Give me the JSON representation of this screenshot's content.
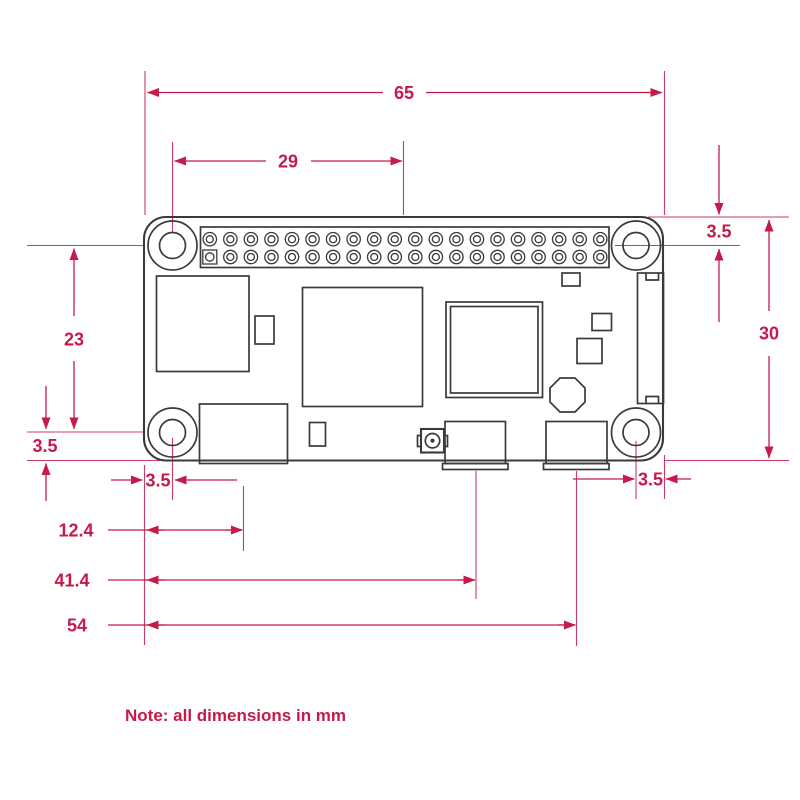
{
  "note": "Note: all dimensions in mm",
  "colors": {
    "dimension_red": "#c51a4a",
    "line_dark": "#3a3a3a",
    "background": "#ffffff"
  },
  "dims": {
    "total_width": "65",
    "gpio_offset": "29",
    "hole_inset_top_right": "3.5",
    "board_height": "30",
    "hole_pitch_vertical": "23",
    "hole_inset_bottom_left_v": "3.5",
    "hole_inset_bottom_left_h": "3.5",
    "sd_center_offset": "12.4",
    "usb_center_offset": "41.4",
    "pwr_center_offset": "54",
    "hole_inset_bottom_right": "3.5"
  },
  "components": {
    "board": "board-outline",
    "holes": "mounting-hole",
    "header": "gpio-header-40pin",
    "sd": "sd-card-holder",
    "soc": "soc-chip",
    "wifi": "wireless-module",
    "camera": "camera-connector",
    "hdmi": "mini-hdmi-port",
    "usb": "micro-usb-port",
    "pwr": "micro-usb-power-port",
    "antenna": "ufl-antenna-connector",
    "osc": "oscillator-octagon"
  }
}
